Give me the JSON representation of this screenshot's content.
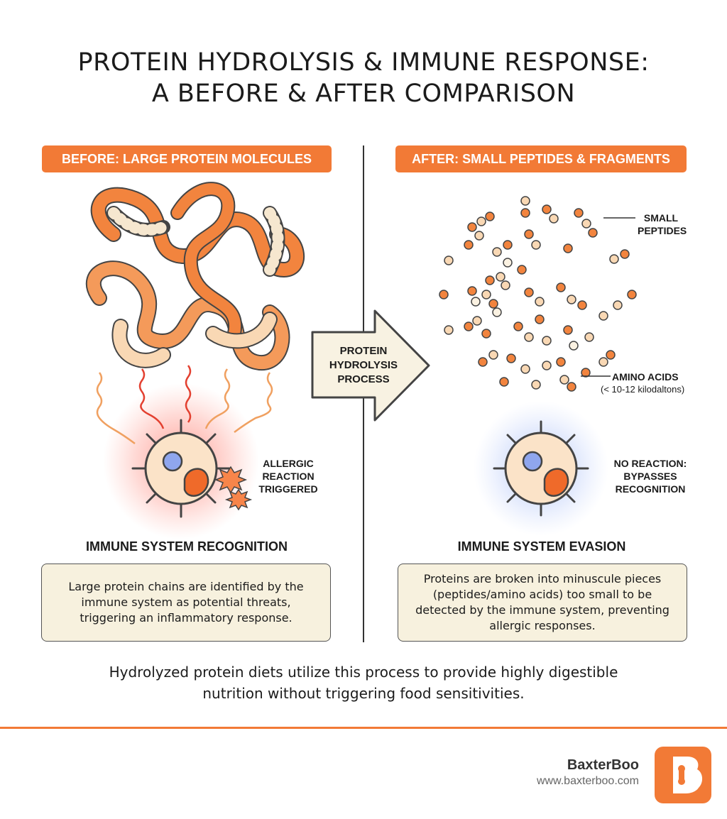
{
  "title": {
    "line1": "PROTEIN HYDROLYSIS & IMMUNE RESPONSE:",
    "line2": "A BEFORE & AFTER COMPARISON"
  },
  "before": {
    "badge": "BEFORE: LARGE PROTEIN MOLECULES",
    "reaction_label": [
      "ALLERGIC",
      "REACTION",
      "TRIGGERED"
    ],
    "heading": "IMMUNE SYSTEM RECOGNITION",
    "description": "Large protein chains are identified by the immune system as potential threats, triggering an inflammatory response."
  },
  "process": {
    "label": [
      "PROTEIN",
      "HYDROLYSIS",
      "PROCESS"
    ]
  },
  "after": {
    "badge": "AFTER: SMALL PEPTIDES & FRAGMENTS",
    "peptides_label": [
      "SMALL",
      "PEPTIDES"
    ],
    "amino_label": "AMINO ACIDS",
    "amino_sub": "(< 10-12 kilodaltons)",
    "reaction_label": [
      "NO REACTION:",
      "BYPASSES",
      "RECOGNITION"
    ],
    "heading": "IMMUNE SYSTEM EVASION",
    "description": "Proteins are broken into minuscule pieces (peptides/amino acids) too small to be detected by the immune system, preventing allergic responses."
  },
  "conclusion": "Hydrolyzed protein diets utilize this process to provide highly digestible nutrition without triggering food sensitivities.",
  "brand": {
    "name": "BaxterBoo",
    "url": "www.baxterboo.com"
  },
  "colors": {
    "accent": "#f27a36",
    "cream": "#f7f1de",
    "glow_red": "#ff5a4a",
    "glow_blue": "#6f8ff0",
    "nucleus_blue": "#8fa6ee"
  },
  "icons": [
    "protein-chain-icon",
    "immune-cell-icon",
    "process-arrow-icon",
    "peptide-fragments-icon",
    "baxterboo-logo-icon"
  ]
}
